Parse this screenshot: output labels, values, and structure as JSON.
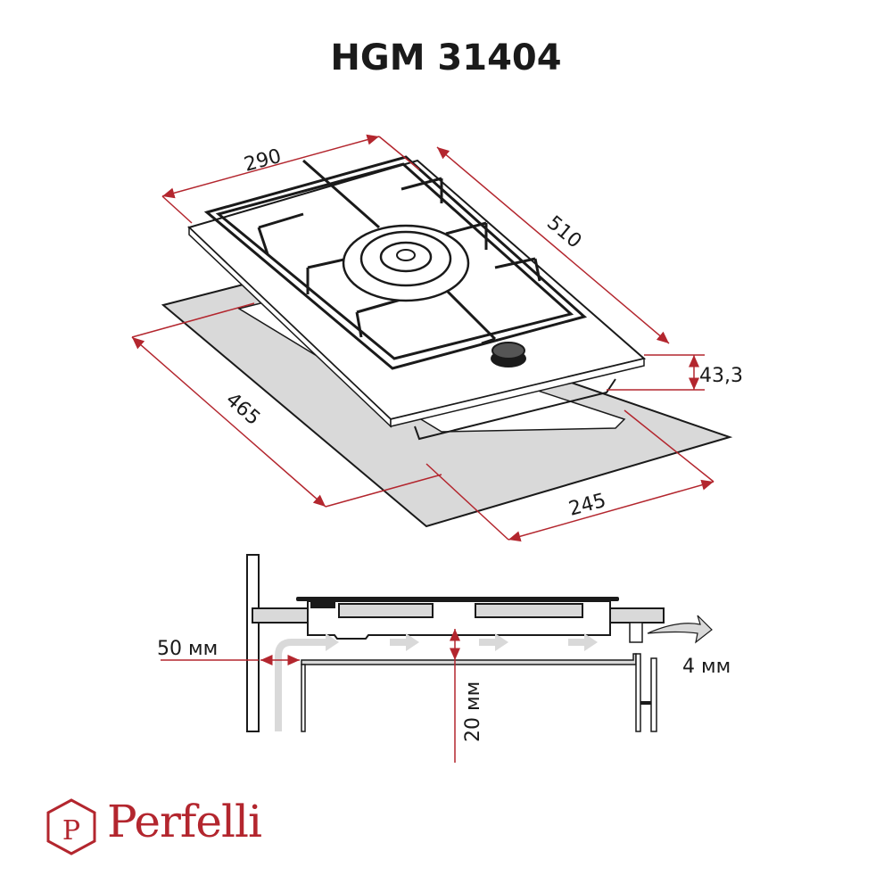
{
  "title": "HGM 31404",
  "dimensions": {
    "width": "290",
    "depth": "510",
    "height": "43,3",
    "cutout_depth": "465",
    "cutout_width": "245"
  },
  "installation": {
    "wall_gap": "50 мм",
    "air_gap": "20 мм",
    "vent_gap": "4 мм"
  },
  "brand": {
    "name": "Perfelli",
    "logo_letter": "P"
  },
  "colors": {
    "accent": "#b3262e",
    "line": "#1a1a1a",
    "fill_gray": "#d9d9d9"
  }
}
